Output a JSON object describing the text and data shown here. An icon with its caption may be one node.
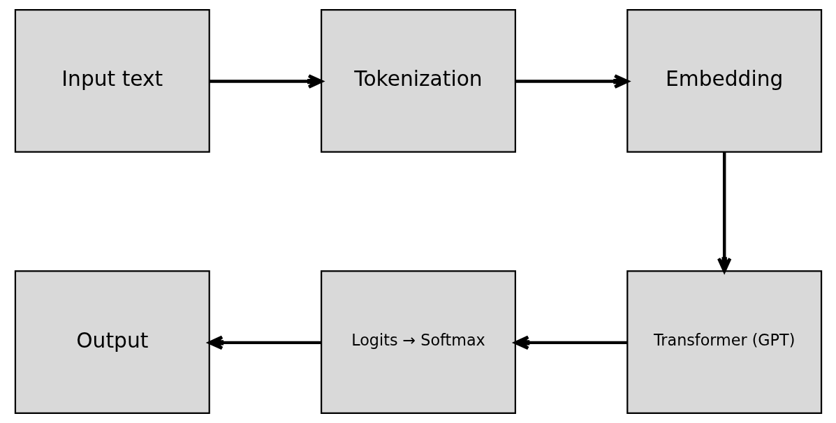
{
  "diagram": {
    "nodes": [
      {
        "text": [
          "Input text"
        ]
      },
      {
        "text": [
          "Tokenization"
        ]
      },
      {
        "text": [
          "Embedding"
        ]
      },
      {
        "text": [
          "Transformer (GPT)"
        ]
      },
      {
        "text": [
          "Logits → Softmax"
        ]
      },
      {
        "text": [
          "Output"
        ]
      }
    ],
    "edges": [
      {
        "from": 0,
        "to": 1,
        "arrow": "to"
      },
      {
        "from": 1,
        "to": 2,
        "arrow": "to"
      },
      {
        "from": 2,
        "to": 3,
        "arrow": "to"
      },
      {
        "from": 3,
        "to": 4,
        "arrow": "to"
      },
      {
        "from": 4,
        "to": 5,
        "arrow": "to"
      }
    ]
  }
}
